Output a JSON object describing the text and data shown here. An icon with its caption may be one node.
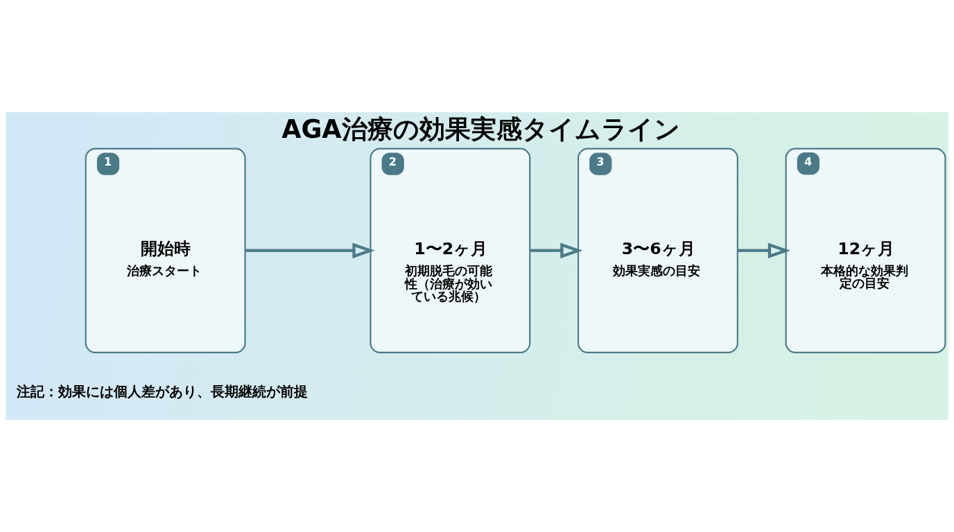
{
  "diagram": {
    "title": "AGA治療の効果実感タイムライン",
    "nodes": [
      {
        "text": [
          "1",
          "開始時",
          "治療スタート"
        ]
      },
      {
        "text": [
          "2",
          "1〜2ヶ月",
          "初期脱毛の可能性（治療が効いている兆候）"
        ]
      },
      {
        "text": [
          "3",
          "3〜6ヶ月",
          "効果実感の目安"
        ]
      },
      {
        "text": [
          "4",
          "12ヶ月",
          "本格的な効果判定の目安"
        ]
      }
    ],
    "edges": [
      {
        "from": 0,
        "to": 1,
        "arrow": "to"
      },
      {
        "from": 1,
        "to": 2,
        "arrow": "to"
      },
      {
        "from": 2,
        "to": 3,
        "arrow": "to"
      }
    ],
    "labels": [
      "注記：効果には個人差があり、長期継続が前提"
    ]
  }
}
